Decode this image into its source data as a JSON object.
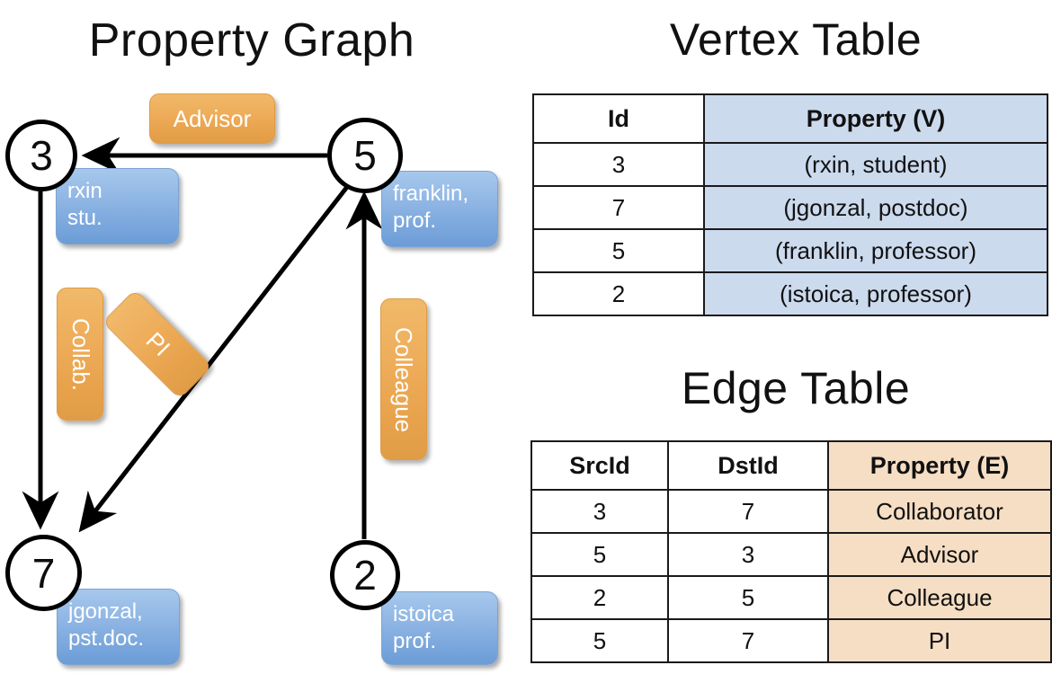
{
  "titles": {
    "property_graph": "Property Graph",
    "vertex_table": "Vertex Table",
    "edge_table": "Edge Table"
  },
  "graph": {
    "nodes": [
      {
        "id": "3",
        "property": "rxin\nstu."
      },
      {
        "id": "5",
        "property": "franklin,\nprof."
      },
      {
        "id": "7",
        "property": "jgonzal,\npst.doc."
      },
      {
        "id": "2",
        "property": "istoica\nprof."
      }
    ],
    "node_labels": {
      "n3": "3",
      "n5": "5",
      "n7": "7",
      "n2": "2"
    },
    "chips": {
      "rxin_line1": "rxin",
      "rxin_line2": "stu.",
      "franklin_line1": "franklin,",
      "franklin_line2": "prof.",
      "jgonzal_line1": "jgonzal,",
      "jgonzal_line2": "pst.doc.",
      "istoica_line1": "istoica",
      "istoica_line2": "prof."
    },
    "edge_labels": {
      "advisor": "Advisor",
      "collab": "Collab.",
      "pi": "PI",
      "colleague": "Colleague"
    },
    "edges": [
      {
        "from": "5",
        "to": "3",
        "label": "Advisor"
      },
      {
        "from": "3",
        "to": "7",
        "label": "Collab."
      },
      {
        "from": "5",
        "to": "7",
        "label": "PI"
      },
      {
        "from": "2",
        "to": "5",
        "label": "Colleague"
      }
    ]
  },
  "vertex_table": {
    "headers": [
      "Id",
      "Property (V)"
    ],
    "rows": [
      {
        "id": "3",
        "property": "(rxin, student)"
      },
      {
        "id": "7",
        "property": "(jgonzal, postdoc)"
      },
      {
        "id": "5",
        "property": "(franklin, professor)"
      },
      {
        "id": "2",
        "property": "(istoica, professor)"
      }
    ]
  },
  "edge_table": {
    "headers": [
      "SrcId",
      "DstId",
      "Property (E)"
    ],
    "rows": [
      {
        "src": "3",
        "dst": "7",
        "property": "Collaborator"
      },
      {
        "src": "5",
        "dst": "3",
        "property": "Advisor"
      },
      {
        "src": "2",
        "dst": "5",
        "property": "Colleague"
      },
      {
        "src": "5",
        "dst": "7",
        "property": "PI"
      }
    ]
  },
  "colors": {
    "node_stroke": "#000000",
    "vertex_property_fill": "#ccdaee",
    "edge_property_fill": "#f6dec4",
    "chip_blue": "#8db4e3",
    "chip_orange": "#eead5a",
    "background": "#ffffff"
  }
}
